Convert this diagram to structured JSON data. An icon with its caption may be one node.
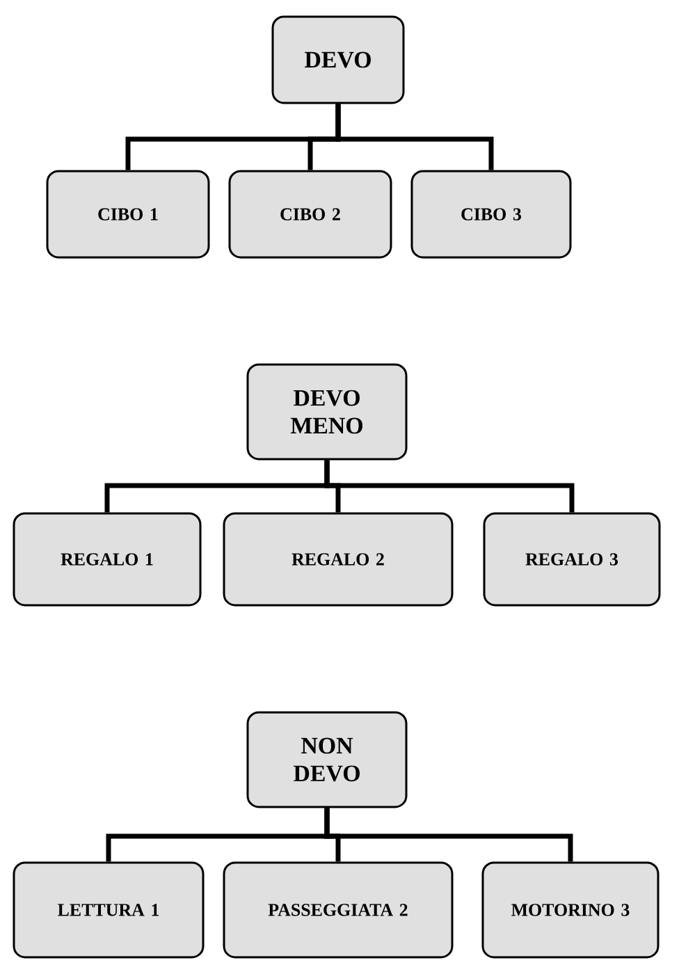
{
  "diagram": {
    "nodes": [
      {
        "text": [
          "DEVO"
        ]
      },
      {
        "text": [
          "CIBO 1"
        ]
      },
      {
        "text": [
          "CIBO 2"
        ]
      },
      {
        "text": [
          "CIBO 3"
        ]
      },
      {
        "text": [
          "DEVO MENO"
        ]
      },
      {
        "text": [
          "REGALO 1"
        ]
      },
      {
        "text": [
          "REGALO 2"
        ]
      },
      {
        "text": [
          "REGALO 3"
        ]
      },
      {
        "text": [
          "NON DEVO"
        ]
      },
      {
        "text": [
          "LETTURA 1"
        ]
      },
      {
        "text": [
          "PASSEGGIATA 2"
        ]
      },
      {
        "text": [
          "MOTORINO 3"
        ]
      }
    ],
    "edges": [
      {
        "from": 0,
        "to": 1,
        "arrow": "none"
      },
      {
        "from": 0,
        "to": 2,
        "arrow": "none"
      },
      {
        "from": 0,
        "to": 3,
        "arrow": "none"
      },
      {
        "from": 4,
        "to": 5,
        "arrow": "none"
      },
      {
        "from": 4,
        "to": 6,
        "arrow": "none"
      },
      {
        "from": 4,
        "to": 7,
        "arrow": "none"
      },
      {
        "from": 8,
        "to": 9,
        "arrow": "none"
      },
      {
        "from": 8,
        "to": 10,
        "arrow": "none"
      },
      {
        "from": 8,
        "to": 11,
        "arrow": "none"
      }
    ]
  }
}
